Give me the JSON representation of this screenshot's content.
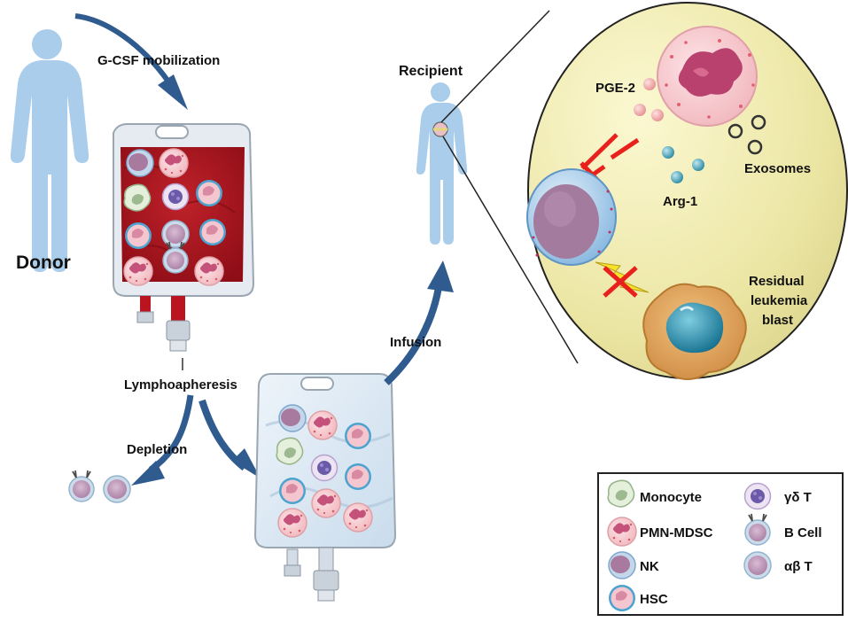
{
  "labels": {
    "donor": "Donor",
    "recipient": "Recipient",
    "gcsf": "G-CSF mobilization",
    "lymphoapheresis": "Lymphoapheresis",
    "depletion": "Depletion",
    "infusion": "Infusion",
    "pge2": "PGE-2",
    "exosomes": "Exosomes",
    "arg1": "Arg-1",
    "residual_1": "Residual",
    "residual_2": "leukemia",
    "residual_3": "blast"
  },
  "legend": {
    "items": [
      {
        "label": "Monocyte",
        "icon": "monocyte-icon"
      },
      {
        "label": "PMN-MDSC",
        "icon": "pmn-mdsc-icon"
      },
      {
        "label": "NK",
        "icon": "nk-cell-icon"
      },
      {
        "label": "HSC",
        "icon": "hsc-icon"
      },
      {
        "label": "γδ T",
        "icon": "gamma-delta-t-icon"
      },
      {
        "label": "B Cell",
        "icon": "b-cell-icon"
      },
      {
        "label": "αβ T",
        "icon": "alpha-beta-t-icon"
      }
    ]
  },
  "colors": {
    "body": "#a9cdea",
    "bag_blood": "#a8121c",
    "bag_clear": "#dbe8f3",
    "inset_bg": "#efe9a8",
    "arrow": "#2f5b8f",
    "inhibit": "#e8211d",
    "blast_body": "#e0a15a",
    "blast_nucleus": "#1e86a6"
  }
}
